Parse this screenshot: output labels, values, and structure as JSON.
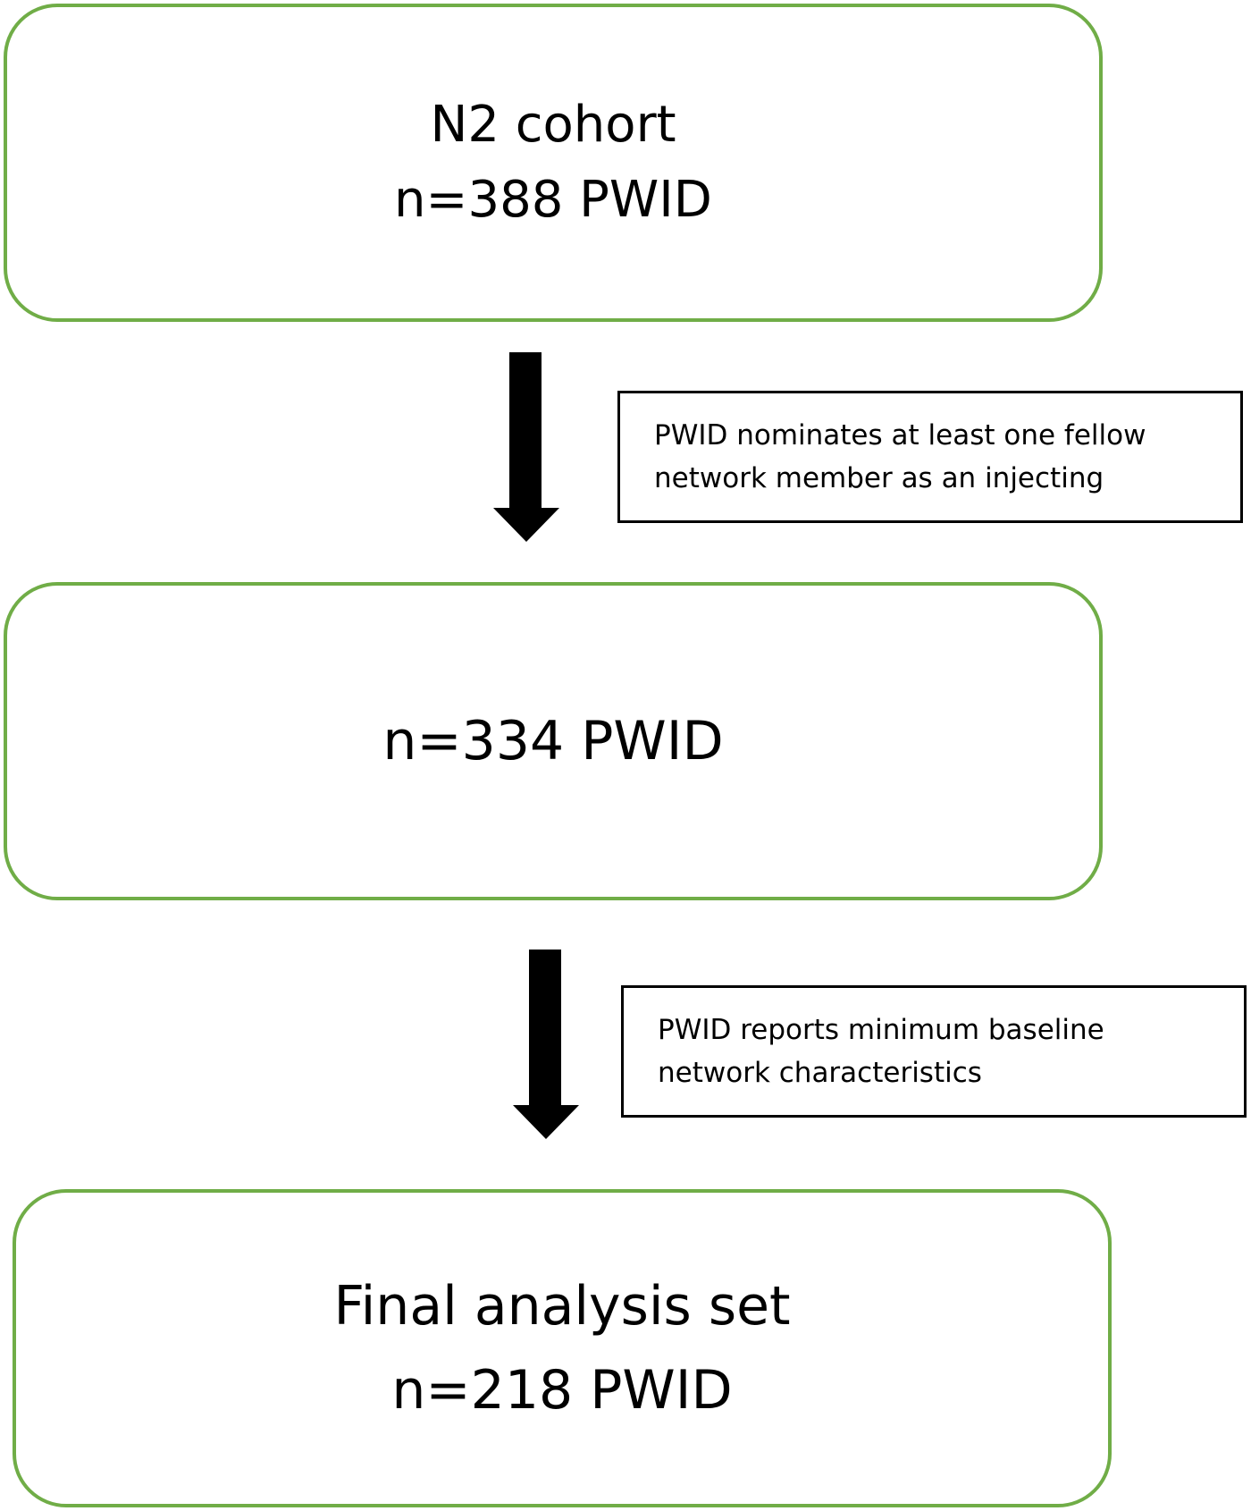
{
  "flowchart": {
    "steps": [
      {
        "lines": [
          "N2 cohort",
          "n=388 PWID"
        ]
      },
      {
        "lines": [
          "n=334 PWID"
        ]
      },
      {
        "lines": [
          "Final analysis set",
          "n=218 PWID"
        ]
      }
    ],
    "criteria": [
      {
        "lines": [
          "PWID nominates at least one fellow",
          "network member as an injecting"
        ]
      },
      {
        "lines": [
          "PWID reports minimum baseline",
          "network characteristics"
        ]
      }
    ],
    "colors": {
      "box_border": "#70AD47",
      "arrow": "#000000",
      "note_border": "#000000"
    }
  }
}
